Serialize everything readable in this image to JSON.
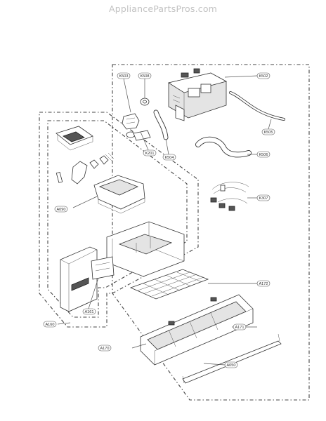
{
  "watermark": "AppliancePartsPros.com",
  "callouts": {
    "k503": "K503",
    "k508": "K508",
    "k502": "K502",
    "k505": "K505",
    "k201": "K201",
    "k504": "K504",
    "k506": "K506",
    "k307": "K307",
    "a090": "A090",
    "a172": "A172",
    "a161": "A161",
    "a160": "A160",
    "a171": "A171",
    "a170": "A170",
    "a050": "A050"
  }
}
